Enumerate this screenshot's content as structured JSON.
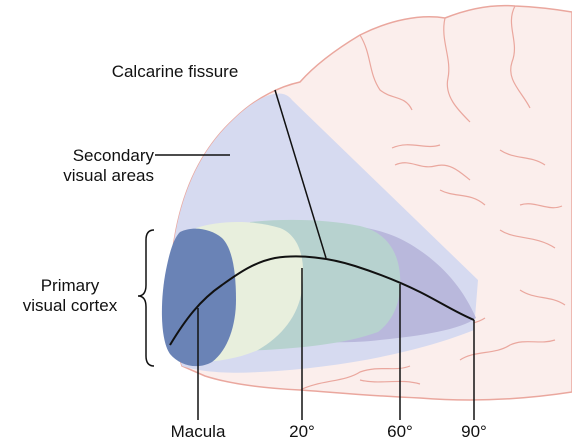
{
  "labels": {
    "calcarine_fissure": "Calcarine fissure",
    "secondary_line1": "Secondary",
    "secondary_line2": "visual areas",
    "primary_line1": "Primary",
    "primary_line2": "visual cortex",
    "macula": "Macula",
    "deg20": "20°",
    "deg60": "60°",
    "deg90": "90°"
  },
  "colors": {
    "brain_outline": "#eaa79e",
    "brain_fill": "#fbeeec",
    "secondary_area": "#d6daf0",
    "macula_region": "#6a83b6",
    "inner_light_region": "#e8efdd",
    "middle_region": "#b7d2cf",
    "outer_region": "#b9b8dc",
    "lines": "#111111"
  }
}
